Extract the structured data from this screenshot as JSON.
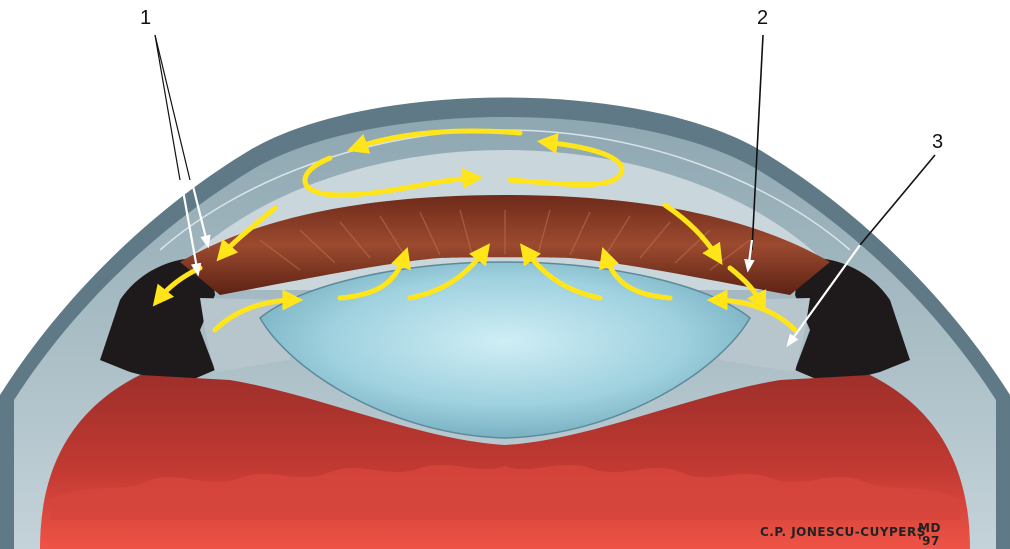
{
  "callouts": [
    {
      "id": "1",
      "label": "1"
    },
    {
      "id": "2",
      "label": "2"
    },
    {
      "id": "3",
      "label": "3"
    }
  ],
  "signature": {
    "line1": "C.P. JONESCU-CUYPERS",
    "suffix": "MD",
    "year": "'97"
  },
  "colors": {
    "sclera_outer": "#6f8a95",
    "cornea": "#b9c9d0",
    "anterior_chamber": "#c7d3d8",
    "iris": "#8a3a25",
    "lens": "#9fd1df",
    "vitreous_dark": "#a5322c",
    "vitreous_light": "#e94a40",
    "flow_arrows": "#ffe51a"
  }
}
